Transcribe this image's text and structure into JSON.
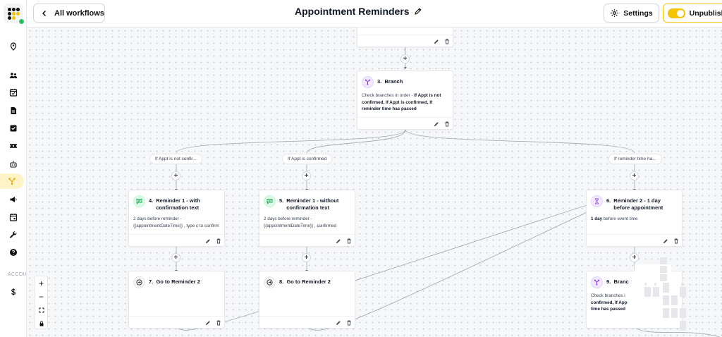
{
  "header": {
    "back_label": "All workflows",
    "title": "Appointment Reminders",
    "settings_label": "Settings",
    "unpublish_label": "Unpublish"
  },
  "sidebar": {
    "section_label": "ACCOU",
    "items": [
      {
        "icon": "map-pin-icon"
      },
      {
        "icon": "contacts-icon"
      },
      {
        "icon": "calendar-check-icon"
      },
      {
        "icon": "document-icon"
      },
      {
        "icon": "task-icon"
      },
      {
        "icon": "ticket-icon"
      },
      {
        "icon": "bot-icon"
      },
      {
        "icon": "workflow-icon",
        "active": true
      },
      {
        "icon": "megaphone-icon"
      },
      {
        "icon": "calendar-icon"
      },
      {
        "icon": "wrench-icon"
      },
      {
        "icon": "help-icon"
      },
      {
        "icon": "dollar-icon"
      }
    ]
  },
  "nodes": {
    "branch3": {
      "number": "3.",
      "title": "Branch",
      "desc_prefix": "Check branches in order - ",
      "desc_bold": "If Appt is not confirmed, If Appt is confirmed, If reminder time has passed"
    },
    "reminder4": {
      "number": "4.",
      "title": "Reminder 1 - with confirmation text",
      "desc": "2 days before reminder - {{appointmentDateTime}} , type c to confirm"
    },
    "reminder5": {
      "number": "5.",
      "title": "Reminder 1 - without confirmation text",
      "desc": "2 days before reminder - {{appointmentDateTime}} , confirmed"
    },
    "reminder6": {
      "number": "6.",
      "title": "Reminder 2 - 1 day before appointment",
      "desc_bold": "1 day",
      "desc_rest": " before event time"
    },
    "goto7": {
      "number": "7.",
      "title": "Go to Reminder 2"
    },
    "goto8": {
      "number": "8.",
      "title": "Go to Reminder 2"
    },
    "branch9": {
      "number": "9.",
      "title": "Branc",
      "desc_prefix": "Check branches i",
      "desc_bold1": "confirmed, If App",
      "desc_bold2": "time has passed"
    }
  },
  "branches": {
    "not_confirmed": "If Appt is not confir...",
    "confirmed": "If Appt is confirmed",
    "time_passed": "If reminder time ha..."
  },
  "colors": {
    "accent": "#f5c400",
    "purple_icon": "#7c3aed",
    "green_icon": "#16a34a"
  }
}
